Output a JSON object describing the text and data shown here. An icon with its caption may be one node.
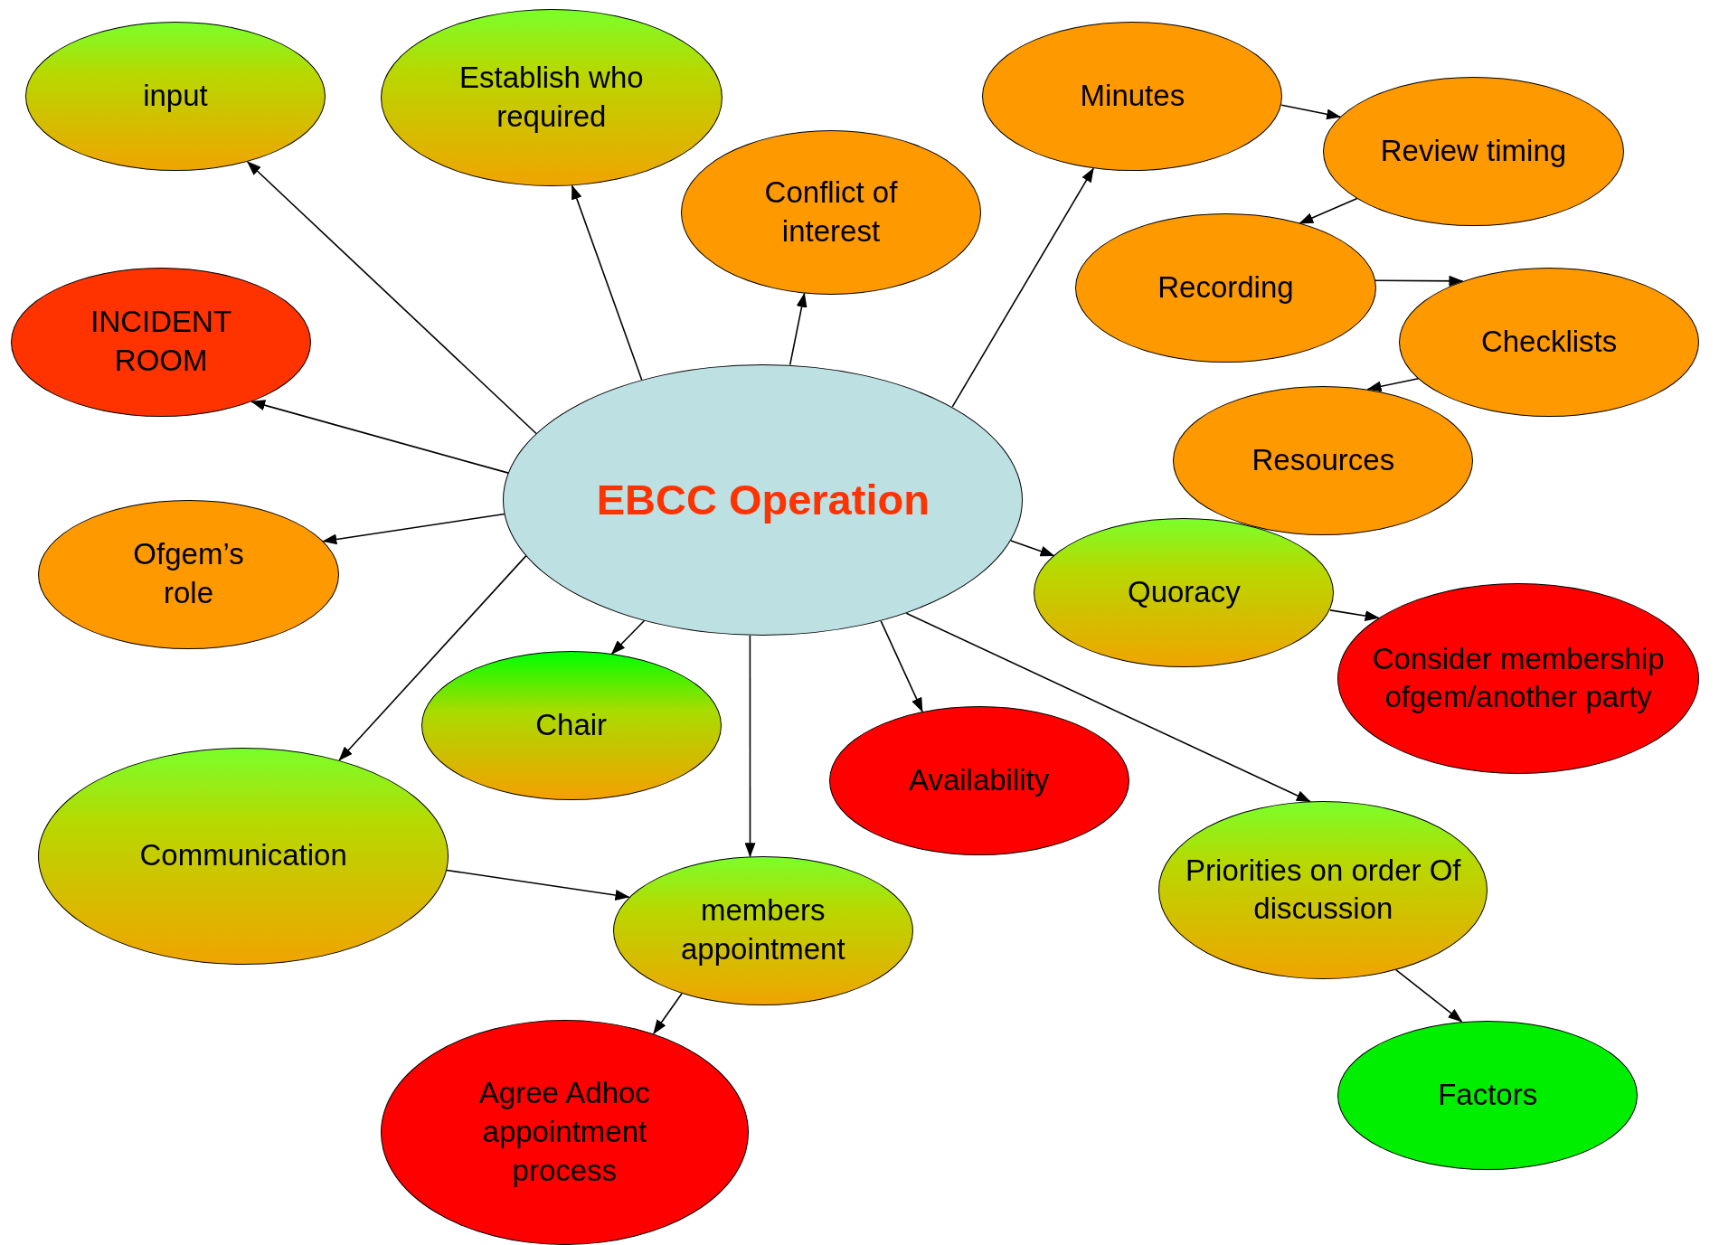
{
  "diagram": {
    "nodes": [
      {
        "text": [
          "EBCC Operation"
        ]
      },
      {
        "text": [
          "input"
        ]
      },
      {
        "text": [
          "Establish who required"
        ]
      },
      {
        "text": [
          "Conflict of interest"
        ]
      },
      {
        "text": [
          "Minutes"
        ]
      },
      {
        "text": [
          "Review timing"
        ]
      },
      {
        "text": [
          "Recording"
        ]
      },
      {
        "text": [
          "Checklists"
        ]
      },
      {
        "text": [
          "Resources"
        ]
      },
      {
        "text": [
          "INCIDENT ROOM"
        ]
      },
      {
        "text": [
          "Ofgem’s role"
        ]
      },
      {
        "text": [
          "Quoracy"
        ]
      },
      {
        "text": [
          "Consider membership ofgem/another party"
        ]
      },
      {
        "text": [
          "Chair"
        ]
      },
      {
        "text": [
          "Availability"
        ]
      },
      {
        "text": [
          "Communication"
        ]
      },
      {
        "text": [
          "members appointment"
        ]
      },
      {
        "text": [
          "Priorities on order Of discussion"
        ]
      },
      {
        "text": [
          "Agree Adhoc appointment process"
        ]
      },
      {
        "text": [
          "Factors"
        ]
      }
    ],
    "edges": [
      {
        "from": 0,
        "to": 1,
        "arrow": "to"
      },
      {
        "from": 0,
        "to": 2,
        "arrow": "to"
      },
      {
        "from": 0,
        "to": 3,
        "arrow": "to"
      },
      {
        "from": 0,
        "to": 4,
        "arrow": "to"
      },
      {
        "from": 4,
        "to": 5,
        "arrow": "to"
      },
      {
        "from": 5,
        "to": 6,
        "arrow": "to"
      },
      {
        "from": 6,
        "to": 7,
        "arrow": "to"
      },
      {
        "from": 7,
        "to": 8,
        "arrow": "to"
      },
      {
        "from": 0,
        "to": 9,
        "arrow": "to"
      },
      {
        "from": 0,
        "to": 10,
        "arrow": "to"
      },
      {
        "from": 0,
        "to": 11,
        "arrow": "to"
      },
      {
        "from": 11,
        "to": 12,
        "arrow": "to"
      },
      {
        "from": 0,
        "to": 13,
        "arrow": "to"
      },
      {
        "from": 0,
        "to": 14,
        "arrow": "to"
      },
      {
        "from": 0,
        "to": 15,
        "arrow": "to"
      },
      {
        "from": 0,
        "to": 16,
        "arrow": "to"
      },
      {
        "from": 15,
        "to": 16,
        "arrow": "to"
      },
      {
        "from": 16,
        "to": 18,
        "arrow": "to"
      },
      {
        "from": 0,
        "to": 17,
        "arrow": "to"
      },
      {
        "from": 17,
        "to": 19,
        "arrow": "to"
      }
    ]
  }
}
